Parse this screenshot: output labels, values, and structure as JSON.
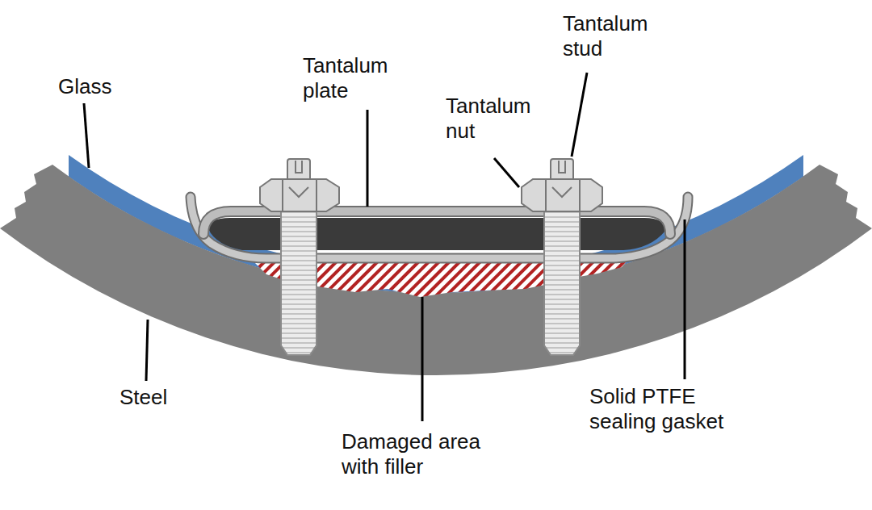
{
  "diagram": {
    "labels": [
      "Glass",
      "Tantalum plate",
      "Tantalum nut",
      "Tantalum stud",
      "Steel",
      "Damaged area with filler",
      "Solid PTFE sealing gasket"
    ]
  }
}
